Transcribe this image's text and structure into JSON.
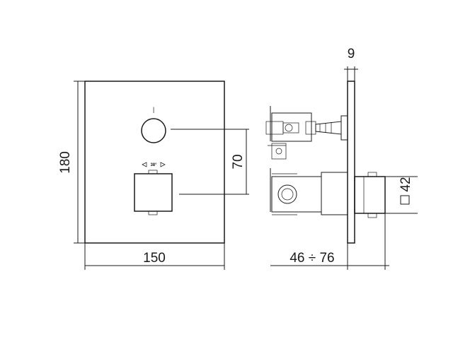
{
  "dimensions": {
    "height": "180",
    "width": "150",
    "offset": "70",
    "depth": "9",
    "range": "46 ÷ 76",
    "handle_size": "42",
    "rotation_label": "38°",
    "pointer_mark": "|"
  }
}
